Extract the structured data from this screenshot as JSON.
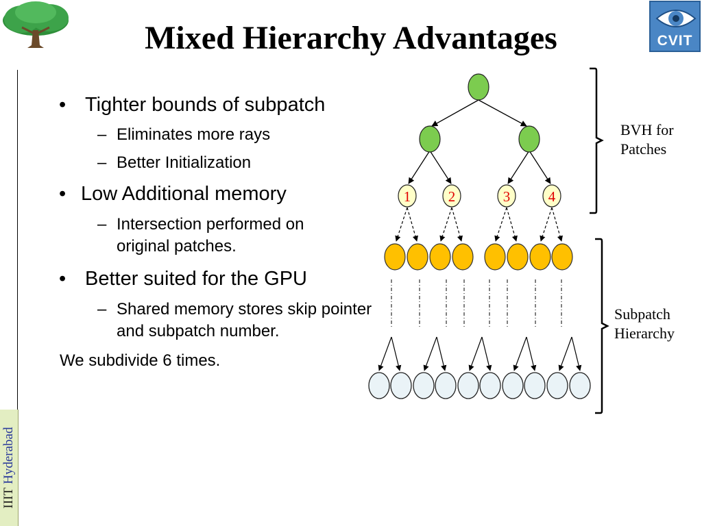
{
  "slide": {
    "title": "Mixed Hierarchy Advantages",
    "side_label": {
      "institute": "IIIT",
      "city": "Hyderabad"
    },
    "logos": {
      "right_logo_text": "CVIT"
    }
  },
  "bullets": [
    {
      "text": "Tighter bounds of subpatch",
      "subs": [
        "Eliminates more rays",
        "Better Initialization"
      ]
    },
    {
      "text": "Low Additional memory",
      "subs": [
        "Intersection performed on original patches."
      ]
    },
    {
      "text": "Better suited for the GPU",
      "subs": [
        "Shared memory stores skip pointer and subpatch number."
      ]
    }
  ],
  "footer_note": "We subdivide 6 times.",
  "bullet_marks": {
    "level1": "•",
    "level2": "–"
  },
  "diagram": {
    "bvh_leaf_labels": [
      "1",
      "2",
      "3",
      "4"
    ],
    "bvh_bracket_label": [
      "BVH for",
      "Patches"
    ],
    "subpatch_bracket_label": [
      "Subpatch",
      "Hierarchy"
    ],
    "colors": {
      "bvh_node": "#7ccc4f",
      "patch_node": "#ffc000",
      "subpatch_node": "#eaf3f7",
      "label_text": "#e00000"
    }
  }
}
